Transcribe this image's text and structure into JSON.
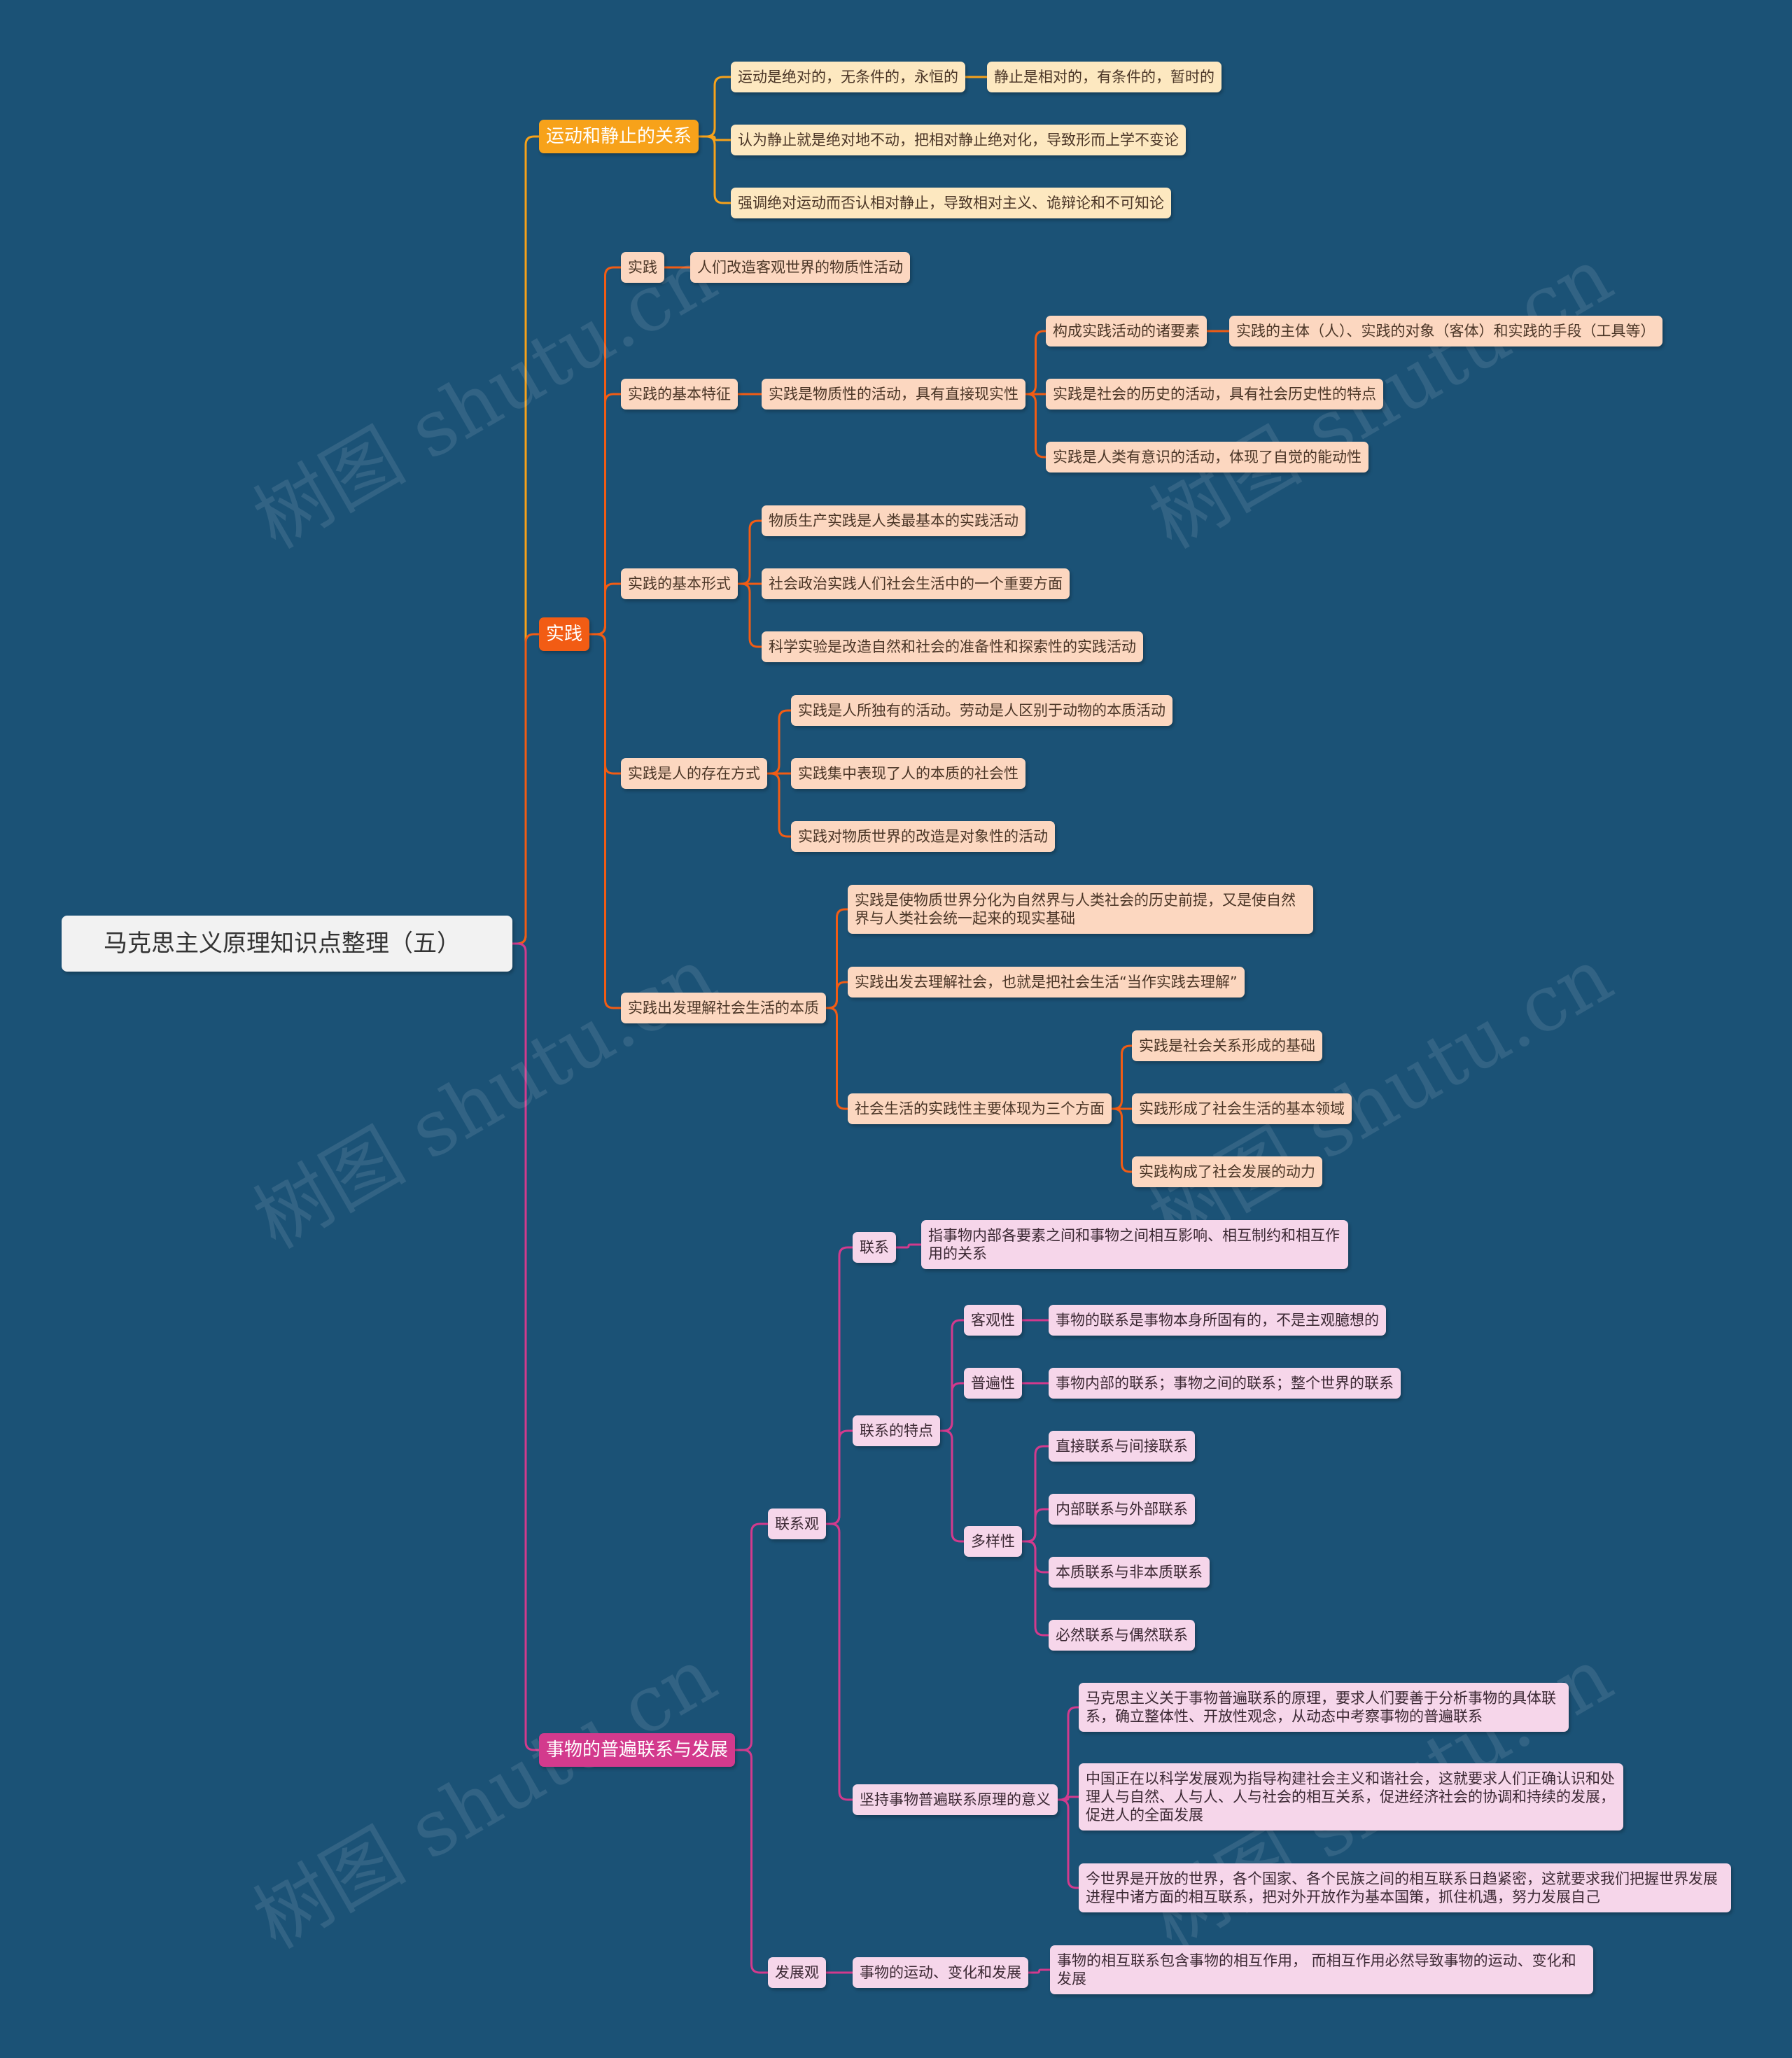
{
  "title": "马克思主义原理知识点整理（五）",
  "watermark": "树图 shutu.cn",
  "colors": {
    "background": "#1b5276",
    "branch_motion": "#f7a21a",
    "branch_practice": "#f25c14",
    "branch_connection": "#d33a8d"
  },
  "branch1": {
    "label": "运动和静止的关系",
    "c1": "运动是绝对的，无条件的，永恒的",
    "c1a": "静止是相对的，有条件的，暂时的",
    "c2": "认为静止就是绝对地不动，把相对静止绝对化，导致形而上学不变论",
    "c3": "强调绝对运动而否认相对静止，导致相对主义、诡辩论和不可知论"
  },
  "branch2": {
    "label": "实践",
    "def": "实践",
    "def_a": "人们改造客观世界的物质性活动",
    "features": "实践的基本特征",
    "f1": "实践是物质性的活动，具有直接现实性",
    "f1a": "构成实践活动的诸要素",
    "f1a1": "实践的主体（人）、实践的对象（客体）和实践的手段（工具等）",
    "f2": "实践是社会的历史的活动，具有社会历史性的特点",
    "f3": "实践是人类有意识的活动，体现了自觉的能动性",
    "forms": "实践的基本形式",
    "form1": "物质生产实践是人类最基本的实践活动",
    "form2": "社会政治实践人们社会生活中的一个重要方面",
    "form3": "科学实验是改造自然和社会的准备性和探索性的实践活动",
    "exist": "实践是人的存在方式",
    "e1": "实践是人所独有的活动。劳动是人区别于动物的本质活动",
    "e2": "实践集中表现了人的本质的社会性",
    "e3": "实践对物质世界的改造是对象性的活动",
    "social": "实践出发理解社会生活的本质",
    "s1": "实践是使物质世界分化为自然界与人类社会的历史前提，又是使自然界与人类社会统一起来的现实基础",
    "s2": "实践出发去理解社会，也就是把社会生活“当作实践去理解”",
    "s3": "社会生活的实践性主要体现为三个方面",
    "s3a": "实践是社会关系形成的基础",
    "s3b": "实践形成了社会生活的基本领域",
    "s3c": "实践构成了社会发展的动力"
  },
  "branch3": {
    "label": "事物的普遍联系与发展",
    "view": "联系观",
    "link": "联系",
    "link_def": "指事物内部各要素之间和事物之间相互影响、相互制约和相互作用的关系",
    "traits": "联系的特点",
    "t1": "客观性",
    "t1a": "事物的联系是事物本身所固有的，不是主观臆想的",
    "t2": "普遍性",
    "t2a": "事物内部的联系；事物之间的联系；整个世界的联系",
    "t3": "多样性",
    "t3a": "直接联系与间接联系",
    "t3b": "内部联系与外部联系",
    "t3c": "本质联系与非本质联系",
    "t3d": "必然联系与偶然联系",
    "meaning": "坚持事物普遍联系原理的意义",
    "m1": "马克思主义关于事物普遍联系的原理，要求人们要善于分析事物的具体联系，确立整体性、开放性观念，从动态中考察事物的普遍联系",
    "m2": "中国正在以科学发展观为指导构建社会主义和谐社会，这就要求人们正确认识和处理人与自然、人与人、人与社会的相互关系，促进经济社会的协调和持续的发展，促进人的全面发展",
    "m3": "今世界是开放的世界，各个国家、各个民族之间的相互联系日趋紧密，这就要求我们把握世界发展进程中诸方面的相互联系，把对外开放作为基本国策，抓住机遇，努力发展自己",
    "dev": "发展观",
    "dev1": "事物的运动、变化和发展",
    "dev1a": "事物的相互联系包含事物的相互作用， 而相互作用必然导致事物的运动、变化和发展"
  }
}
